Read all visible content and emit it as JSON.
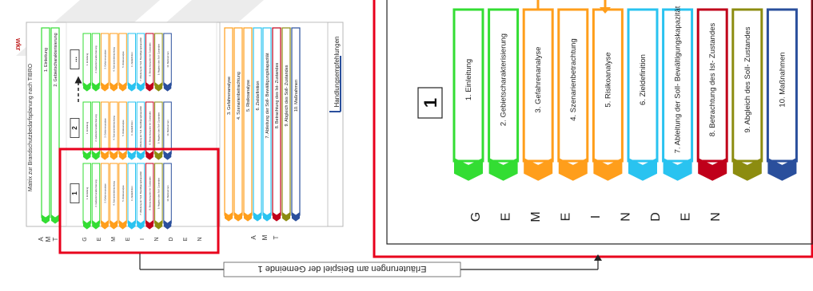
{
  "logo": "wkr",
  "matrix_title": "Matrix zur Brandschutzbedarfsplanung nach TIBRO",
  "amt_letters": [
    "A",
    "M",
    "T"
  ],
  "gemeinden_letters": [
    "G",
    "E",
    "M",
    "E",
    "I",
    "N",
    "D",
    "E",
    "N"
  ],
  "amt_steps": [
    "1. Einleitung",
    "2. Gebietscharakterisierung"
  ],
  "amt_steps_after": [
    "3. Gefahrenanalyse",
    "4. Szenarienbetrachtung",
    "5. Risikoanalyse",
    "6. Zieldefinition",
    "7. Ableitung der Soll- Bewältigungskapazität",
    "8. Betrachtung des Ist- Zustandes",
    "9. Abgleich des Soll- Zustandes",
    "10. Maßnahmen"
  ],
  "group_numbers": [
    "1",
    "2",
    "..."
  ],
  "handlungsempfehlungen": "Handlungsempfehlungen",
  "big_number": "1",
  "steps": [
    {
      "label": "1. Einleitung",
      "color": "#33dd33"
    },
    {
      "label": "2. Gebietscharakterisierung",
      "color": "#33dd33"
    },
    {
      "label": "3. Gefahrenanalyse",
      "color": "#ff9e1b"
    },
    {
      "label": "4. Szenarienbetrachtung",
      "color": "#ff9e1b"
    },
    {
      "label": "5. Risikoanalyse",
      "color": "#ff9e1b"
    },
    {
      "label": "6. Zieldefinition",
      "color": "#29c3f0"
    },
    {
      "label": "7. Ableitung der Soll- Bewältigungskapazität",
      "color": "#29c3f0"
    },
    {
      "label": "8. Betrachtung des Ist- Zustandes",
      "color": "#c0001a"
    },
    {
      "label": "9. Abgleich des Soll- Zustandes",
      "color": "#8c8c10"
    },
    {
      "label": "10. Maßnahmen",
      "color": "#2a4f9c"
    }
  ],
  "caption": "Erläuterungen am Beispiel der Gemeinde 1",
  "colors": {
    "frame_red": "#e8001c",
    "diagonal_grey": "#dcdcdc"
  }
}
